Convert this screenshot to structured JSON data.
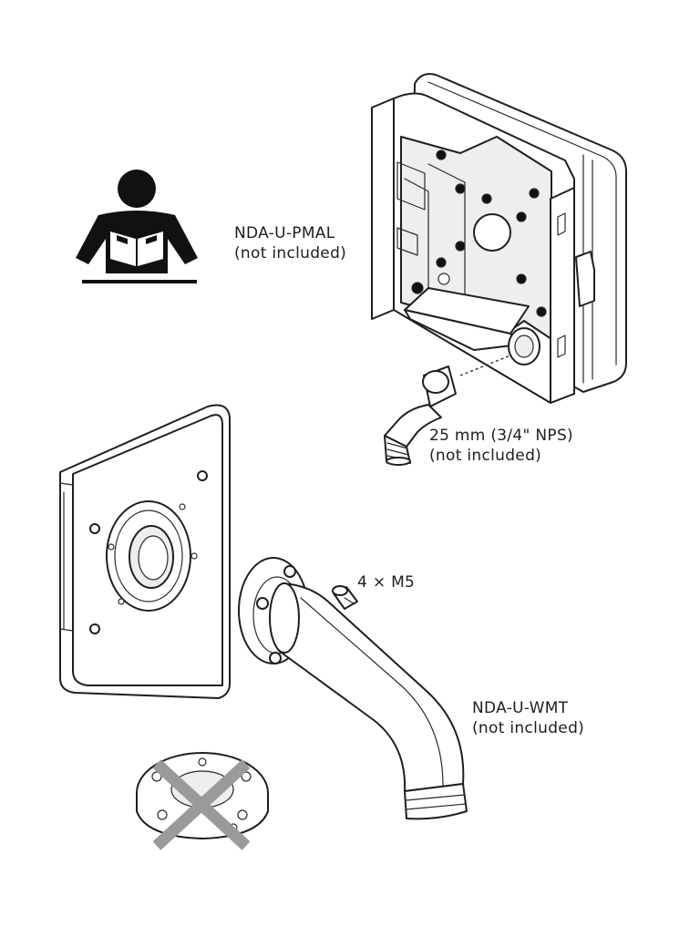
{
  "labels": {
    "pmal": {
      "name": "NDA-U-PMAL",
      "note": "(not included)"
    },
    "nps": {
      "name": "25 mm (3/4\" NPS)",
      "note": "(not included)"
    },
    "m5": {
      "name": "4 × M5"
    },
    "wmt": {
      "name": "NDA-U-WMT",
      "note": "(not included)"
    }
  },
  "icons": {
    "manual": "read-manual-icon",
    "not_used": "crossed-out-icon"
  },
  "colors": {
    "line": "#1f1f1f",
    "cross": "#9a9a9a",
    "background": "#ffffff"
  }
}
